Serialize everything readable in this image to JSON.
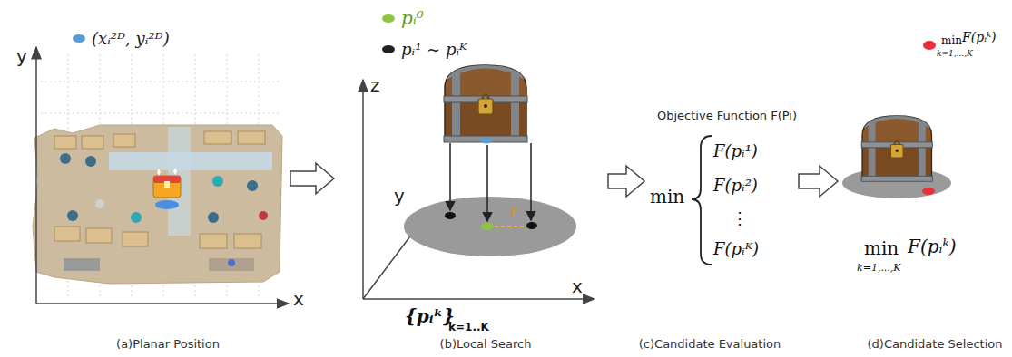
{
  "diagram": {
    "nodes": [
      {
        "text": [
          "(a)Planar Position"
        ]
      },
      {
        "text": [
          "(b)Local Search"
        ]
      },
      {
        "text": [
          "(c)Candidate Evaluation"
        ]
      },
      {
        "text": [
          "(d)Candidate Selection"
        ]
      }
    ],
    "edges": [
      {
        "from": 0,
        "to": 1,
        "arrow": "to"
      },
      {
        "from": 1,
        "to": 2,
        "arrow": "to"
      },
      {
        "from": 2,
        "to": 3,
        "arrow": "to"
      }
    ],
    "labels": [
      "y",
      "x",
      "z",
      "y",
      "x",
      "r",
      "{pᵢᵏ}",
      "k=1..K",
      "min",
      "k=1,...,K",
      "F(pᵢᵏ)",
      "Objective Function F(Pi)",
      "min",
      "F(pᵢ¹)",
      "F(pᵢ²)",
      "⋮",
      "F(pᵢᴷ)",
      "min",
      "k=1,...,K",
      "F(pᵢᵏ)"
    ],
    "legend": [
      {
        "text": "(xᵢ²ᴰ, yᵢ²ᴰ)",
        "color": "#5b9bd5"
      },
      {
        "text": "pᵢ⁰",
        "color": "#8cc63f"
      },
      {
        "text": "pᵢ¹ ~ pᵢᴷ",
        "color": "#222222"
      }
    ]
  }
}
